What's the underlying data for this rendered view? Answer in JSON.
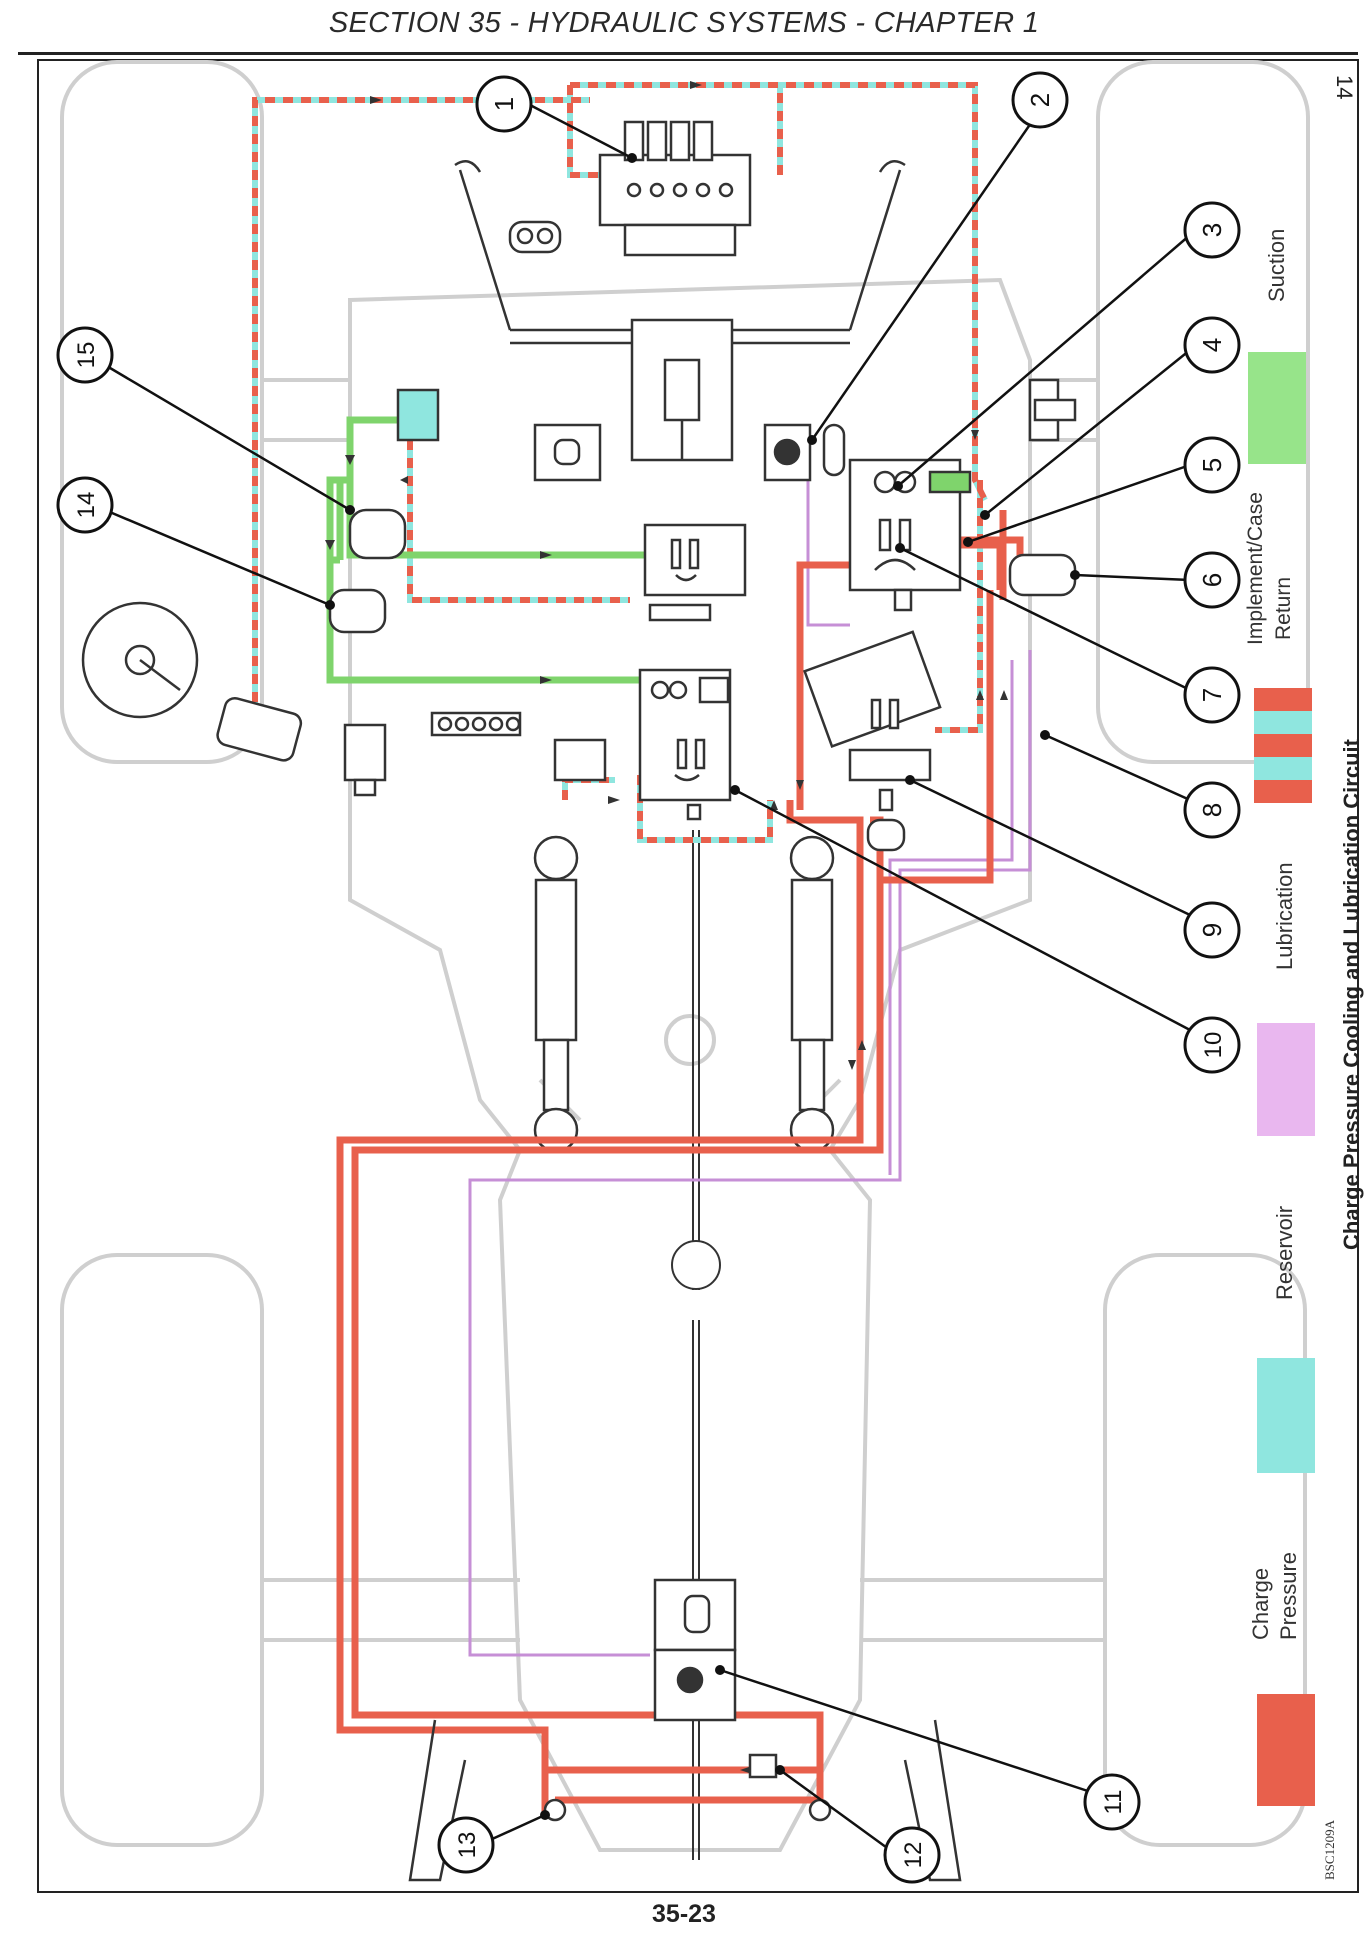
{
  "header": {
    "title": "SECTION 35 - HYDRAULIC SYSTEMS - CHAPTER 1"
  },
  "page_number": "35-23",
  "figure_number": "14",
  "figure_title": "Charge Pressure Cooling and Lubrication Circuit",
  "image_code": "BSC1209A",
  "legend": [
    {
      "key": "charge",
      "label_lines": [
        "Charge",
        "Pressure"
      ],
      "colors": [
        "#e8604c"
      ]
    },
    {
      "key": "reservoir",
      "label_lines": [
        "Reservoir"
      ],
      "colors": [
        "#8fe6df"
      ]
    },
    {
      "key": "lubrication",
      "label_lines": [
        "Lubrication"
      ],
      "colors": [
        "#e9b7ef"
      ]
    },
    {
      "key": "return",
      "label_lines": [
        "Implement/Case",
        "Return"
      ],
      "colors": [
        "#e8604c",
        "#8fe6df"
      ]
    },
    {
      "key": "suction",
      "label_lines": [
        "Suction"
      ],
      "colors": [
        "#97e48a"
      ]
    }
  ],
  "callouts": [
    "1",
    "2",
    "3",
    "4",
    "5",
    "6",
    "7",
    "8",
    "9",
    "10",
    "11",
    "12",
    "13",
    "14",
    "15"
  ],
  "colors": {
    "charge": "#e8604c",
    "reservoir": "#8fe6df",
    "suction": "#7fd46c",
    "lubrication": "#c68fd6",
    "outline": "#c9c9c9",
    "component": "#333333"
  }
}
